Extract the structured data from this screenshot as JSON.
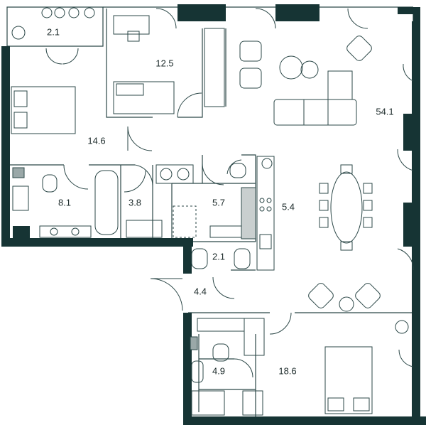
{
  "rooms": [
    {
      "id": "balcony",
      "area": "2.1"
    },
    {
      "id": "bedroom-small",
      "area": "12.5"
    },
    {
      "id": "living-kitchen",
      "area": "54.1"
    },
    {
      "id": "bedroom-left",
      "area": "14.6"
    },
    {
      "id": "bathroom-left",
      "area": "8.1"
    },
    {
      "id": "wardrobe",
      "area": "3.8"
    },
    {
      "id": "bathroom-center",
      "area": "5.7"
    },
    {
      "id": "hall",
      "area": "5.4"
    },
    {
      "id": "wc",
      "area": "2.1"
    },
    {
      "id": "entrance",
      "area": "4.4"
    },
    {
      "id": "bathroom-lower",
      "area": "4.9"
    },
    {
      "id": "bedroom-master",
      "area": "18.6"
    }
  ],
  "colors": {
    "wall": "#163434",
    "line": "#2b4747",
    "fixture": "#9aa8a8"
  }
}
